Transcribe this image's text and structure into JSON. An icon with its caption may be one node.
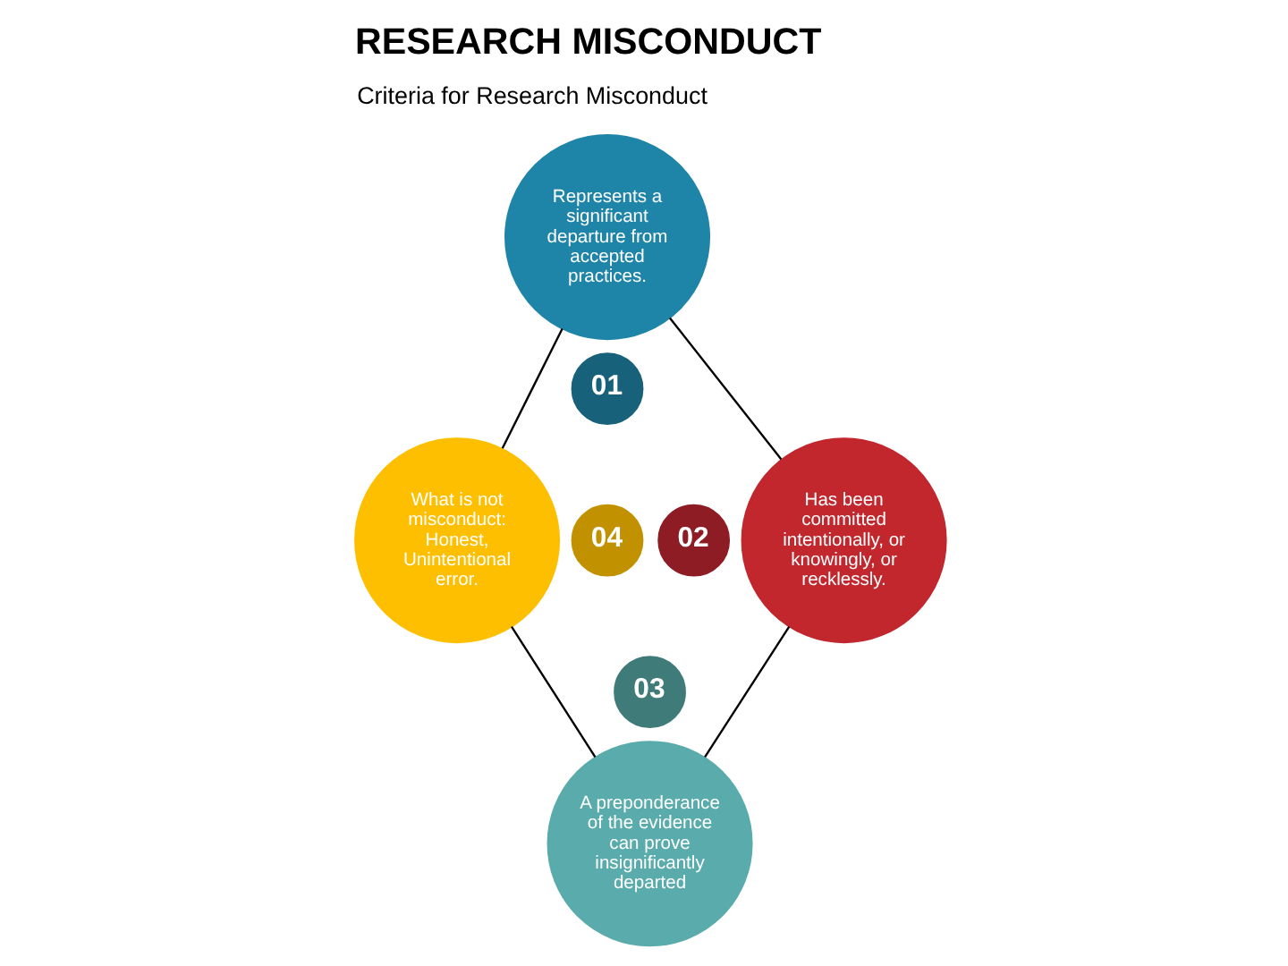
{
  "diagram": {
    "title": "RESEARCH MISCONDUCT",
    "nodes": [
      {
        "text": [
          "Represents a significant departure from accepted practices."
        ]
      },
      {
        "text": [
          "01"
        ]
      },
      {
        "text": [
          "Has been committed intentionally, or knowingly, or recklessly."
        ]
      },
      {
        "text": [
          "02"
        ]
      },
      {
        "text": [
          "A preponderance of the evidence can prove insignificantly departed"
        ]
      },
      {
        "text": [
          "03"
        ]
      },
      {
        "text": [
          "What is not misconduct: Honest, Unintentional error."
        ]
      },
      {
        "text": [
          "04"
        ]
      }
    ],
    "edges": [
      {
        "from": 0,
        "to": 2,
        "arrow": "none"
      },
      {
        "from": 2,
        "to": 4,
        "arrow": "none"
      },
      {
        "from": 4,
        "to": 6,
        "arrow": "none"
      },
      {
        "from": 6,
        "to": 0,
        "arrow": "none"
      }
    ],
    "labels": [
      "Criteria for Research Misconduct"
    ]
  }
}
